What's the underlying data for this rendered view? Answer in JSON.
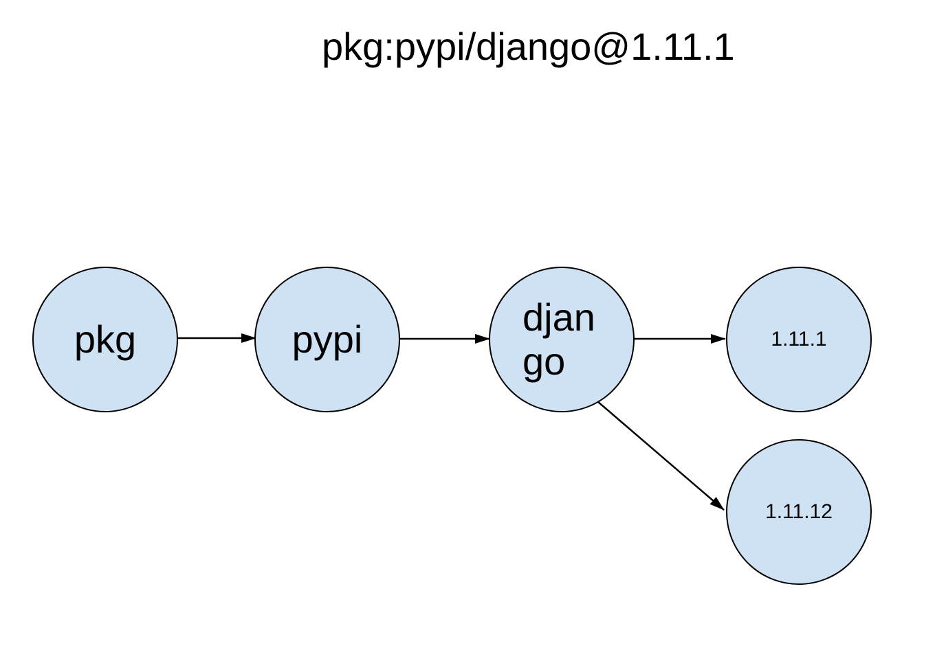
{
  "title": "pkg:pypi/django@1.11.1",
  "diagram": {
    "type": "graph",
    "description": "Package URL (purl) component breakdown drawn as circles connected by arrows",
    "nodes": [
      {
        "id": "pkg",
        "label": "pkg",
        "role": "scheme"
      },
      {
        "id": "pypi",
        "label": "pypi",
        "role": "type"
      },
      {
        "id": "django",
        "label": "django",
        "role": "name"
      },
      {
        "id": "v1",
        "label": "1.11.1",
        "role": "version"
      },
      {
        "id": "v2",
        "label": "1.11.12",
        "role": "version"
      }
    ],
    "edges": [
      {
        "from": "pkg",
        "to": "pypi"
      },
      {
        "from": "pypi",
        "to": "django"
      },
      {
        "from": "django",
        "to": "v1"
      },
      {
        "from": "django",
        "to": "v2"
      }
    ]
  },
  "colors": {
    "background": "#ffffff",
    "node_fill": "#cfe2f3",
    "node_stroke": "#000000",
    "edge_stroke": "#000000",
    "text": "#000000"
  }
}
